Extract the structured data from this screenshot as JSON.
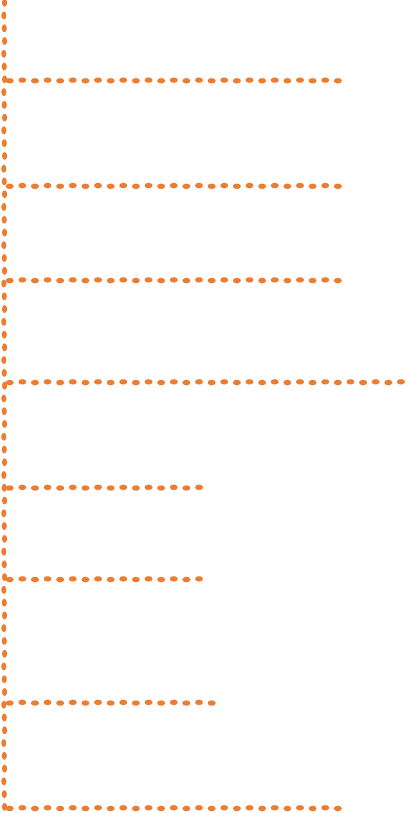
{
  "diagram": {
    "dot_color": "#ED7D31",
    "background": "#FFFFFF",
    "trunk": {
      "id": "vertical-trunk"
    },
    "branches": [
      {
        "id": "branch-1",
        "relative_length": "long"
      },
      {
        "id": "branch-2",
        "relative_length": "long"
      },
      {
        "id": "branch-3",
        "relative_length": "long"
      },
      {
        "id": "branch-4",
        "relative_length": "full"
      },
      {
        "id": "branch-5",
        "relative_length": "short"
      },
      {
        "id": "branch-6",
        "relative_length": "short"
      },
      {
        "id": "branch-7",
        "relative_length": "short"
      },
      {
        "id": "branch-8",
        "relative_length": "long"
      }
    ]
  }
}
